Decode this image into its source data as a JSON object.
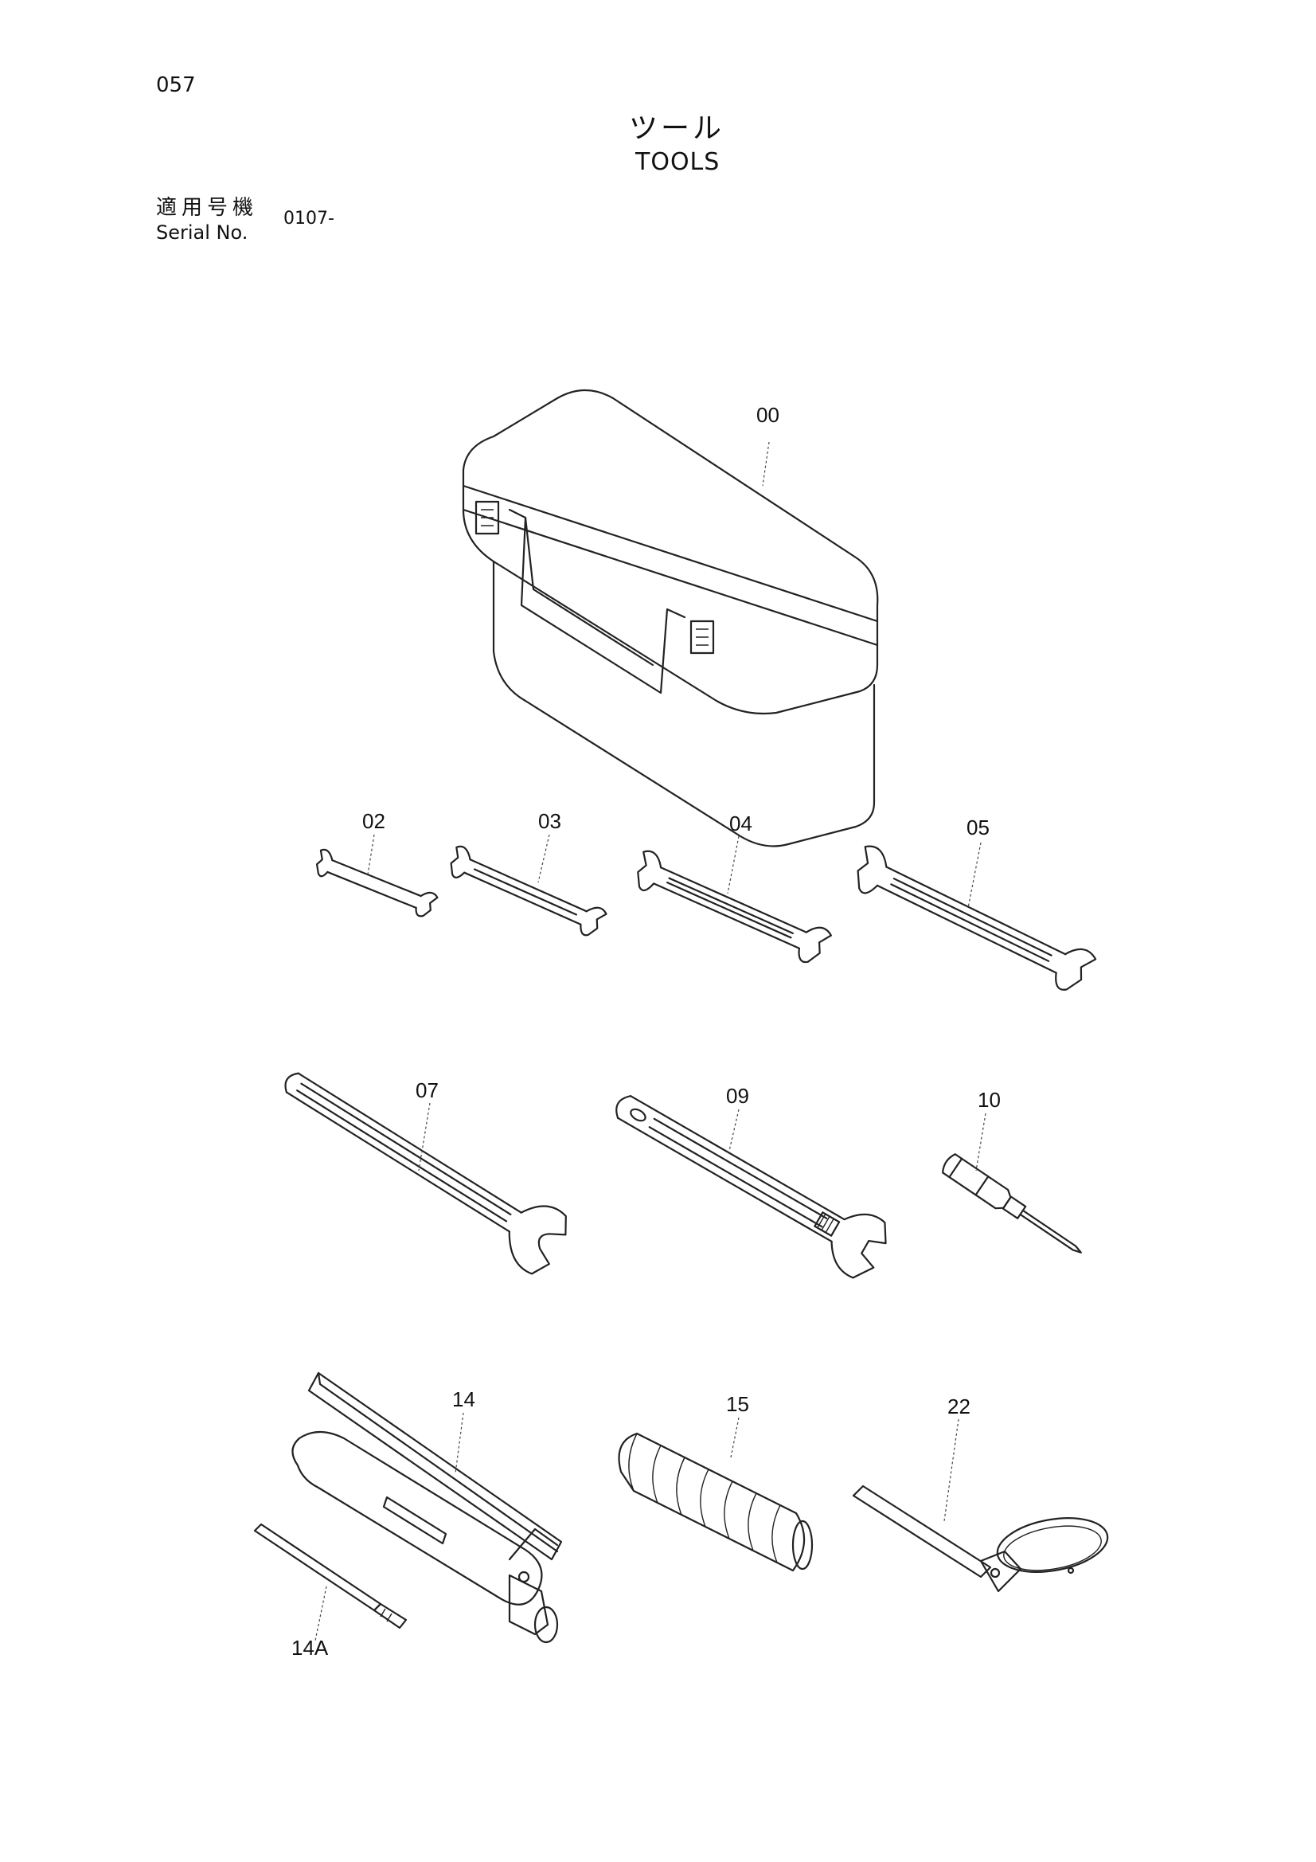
{
  "header": {
    "page_number": "057",
    "title_jp": "ツール",
    "title_en": "TOOLS",
    "serial_label_jp": "適用号機",
    "serial_label_en": "Serial No.",
    "serial_value": "0107-"
  },
  "parts": [
    {
      "id": "toolbox",
      "label": "00",
      "icon": "toolbox-icon"
    },
    {
      "id": "wrench-02",
      "label": "02",
      "icon": "double-open-end-wrench-icon"
    },
    {
      "id": "wrench-03",
      "label": "03",
      "icon": "double-open-end-wrench-icon"
    },
    {
      "id": "wrench-04",
      "label": "04",
      "icon": "double-open-end-wrench-icon"
    },
    {
      "id": "wrench-05",
      "label": "05",
      "icon": "double-open-end-wrench-icon"
    },
    {
      "id": "wrench-07",
      "label": "07",
      "icon": "single-open-end-wrench-icon"
    },
    {
      "id": "adjustable-wrench",
      "label": "09",
      "icon": "adjustable-wrench-icon"
    },
    {
      "id": "screwdriver",
      "label": "10",
      "icon": "screwdriver-icon"
    },
    {
      "id": "grease-gun",
      "label": "14",
      "icon": "grease-gun-icon"
    },
    {
      "id": "grease-gun-nozzle",
      "label": "14A",
      "icon": "grease-nozzle-icon"
    },
    {
      "id": "bellows",
      "label": "15",
      "icon": "bellows-icon"
    },
    {
      "id": "filter-wrench",
      "label": "22",
      "icon": "filter-wrench-icon"
    }
  ]
}
